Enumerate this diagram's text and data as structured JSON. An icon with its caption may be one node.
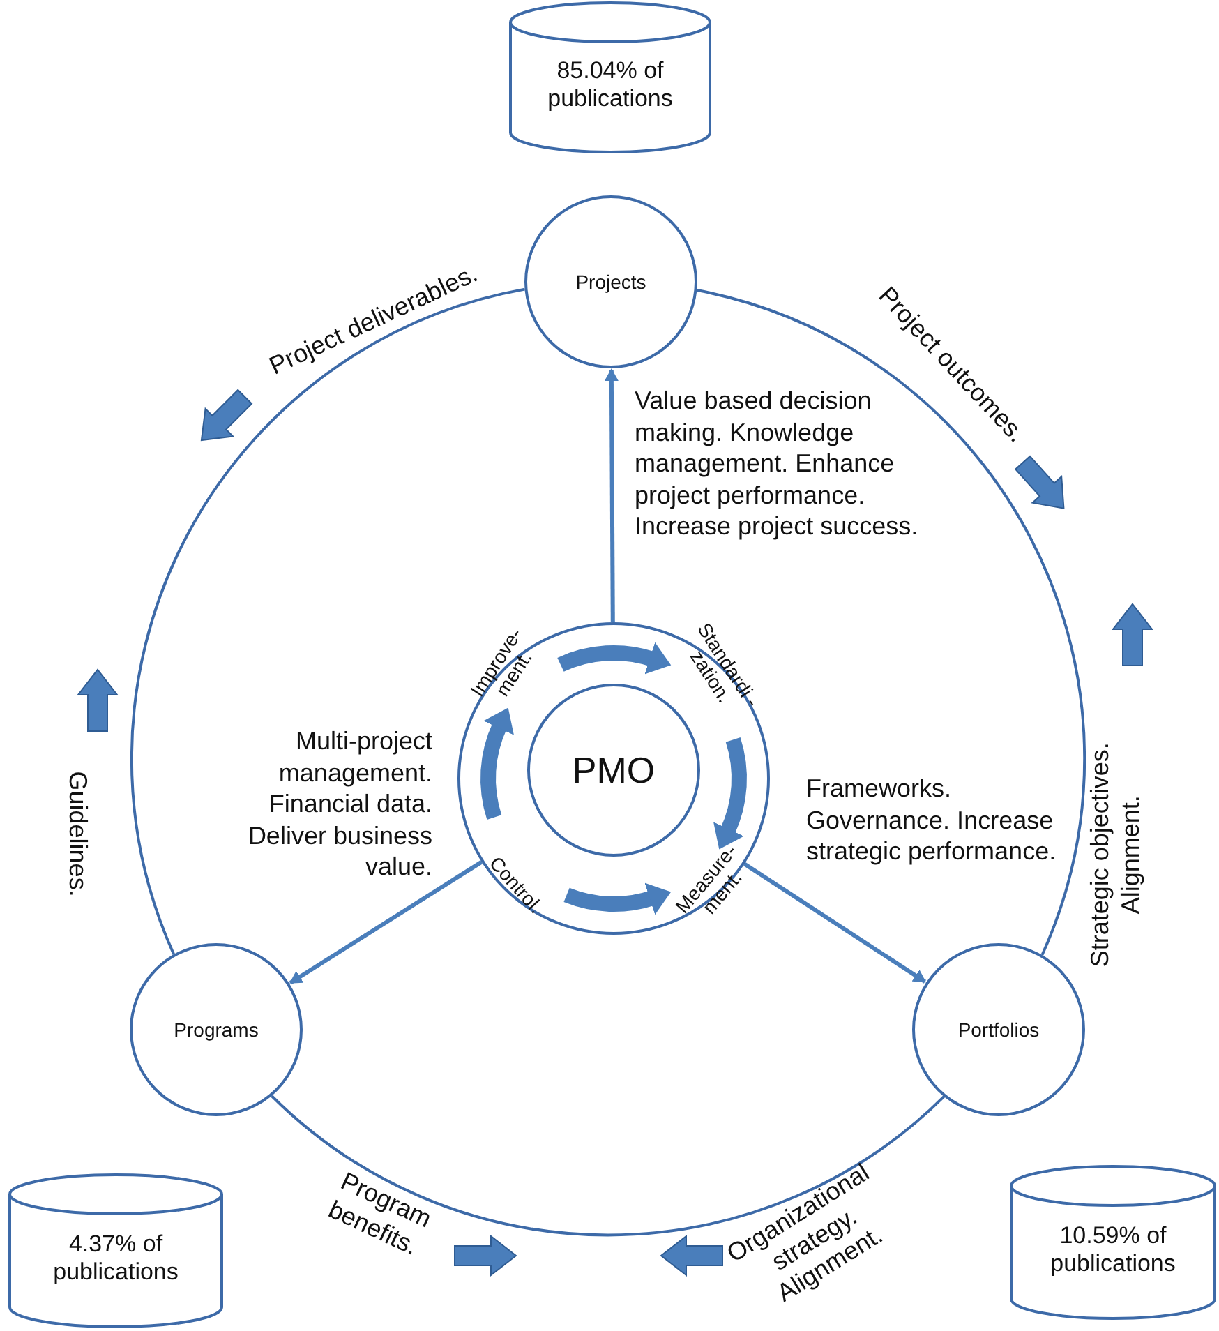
{
  "diagram": {
    "nodes": [
      {
        "text": [
          "85.04% of publications"
        ]
      },
      {
        "text": [
          "Projects"
        ]
      },
      {
        "text": [],
        "shape": "circle"
      },
      {
        "text": [
          "PMO"
        ],
        "in": 2
      },
      {
        "text": [
          "Programs"
        ]
      },
      {
        "text": [
          "Portfolios"
        ]
      },
      {
        "text": [
          "4.37% of publications"
        ]
      },
      {
        "text": [
          "10.59% of publications"
        ]
      }
    ],
    "edges": [
      {
        "from": 2,
        "to": 1,
        "arrow": "to",
        "label": "Value based decision making. Knowledge management. Enhance project performance. Increase project success."
      },
      {
        "from": 2,
        "to": 4,
        "arrow": "to",
        "label": "Multi-project management. Financial data. Deliver business value."
      },
      {
        "from": 2,
        "to": 5,
        "arrow": "to",
        "label": "Frameworks. Governance. Increase strategic performance."
      },
      {
        "from": 1,
        "to": 4,
        "arrow": "none"
      },
      {
        "from": 1,
        "to": 5,
        "arrow": "none"
      },
      {
        "from": 4,
        "to": 5,
        "arrow": "none"
      }
    ],
    "labels": [
      "Project deliverables.",
      "Project outcomes.",
      "Improve- ment.",
      "Standardi -zation.",
      "Guidelines.",
      "Strategic objectives. Alignment.",
      "Control.",
      "Measure- ment.",
      "Program benefits.",
      "Organizational strategy. Alignment."
    ]
  }
}
